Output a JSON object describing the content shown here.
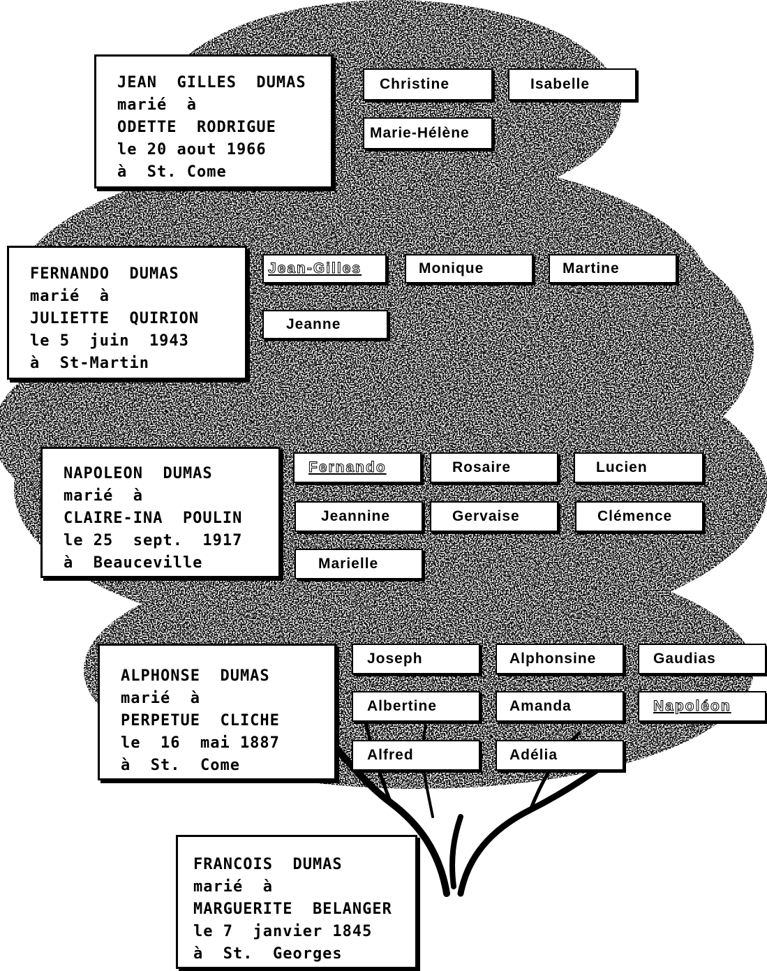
{
  "generations": [
    {
      "id": "gen-jean-gilles",
      "couple": [
        "JEAN  GILLES  DUMAS",
        "marié  à",
        "ODETTE  RODRIGUE",
        "le 20 aout 1966",
        "à  St. Come"
      ],
      "children": [
        {
          "name": "Christine"
        },
        {
          "name": "Isabelle"
        },
        {
          "name": "Marie-Hélène"
        }
      ]
    },
    {
      "id": "gen-fernando",
      "couple": [
        "FERNANDO  DUMAS",
        "marié  à",
        "JULIETTE  QUIRION",
        "le 5  juin  1943",
        "à  St-Martin"
      ],
      "children": [
        {
          "name": "Jean-Gilles",
          "style": "outlined"
        },
        {
          "name": "Monique"
        },
        {
          "name": "Martine"
        },
        {
          "name": "Jeanne"
        }
      ]
    },
    {
      "id": "gen-napoleon",
      "couple": [
        "NAPOLEON  DUMAS",
        "marié  à",
        "CLAIRE-INA  POULIN",
        "le 25  sept.  1917",
        "à  Beauceville"
      ],
      "children": [
        {
          "name": "Fernando",
          "style": "outlined"
        },
        {
          "name": "Rosaire"
        },
        {
          "name": "Lucien"
        },
        {
          "name": "Jeannine"
        },
        {
          "name": "Gervaise"
        },
        {
          "name": "Clémence"
        },
        {
          "name": "Marielle"
        }
      ]
    },
    {
      "id": "gen-alphonse",
      "couple": [
        "ALPHONSE  DUMAS",
        "marié  à",
        "PERPETUE  CLICHE",
        "le  16  mai 1887",
        "à  St.  Come"
      ],
      "children": [
        {
          "name": "Joseph"
        },
        {
          "name": "Alphonsine"
        },
        {
          "name": "Gaudias"
        },
        {
          "name": "Albertine"
        },
        {
          "name": "Amanda"
        },
        {
          "name": "Napoléon",
          "style": "outlined"
        },
        {
          "name": "Alfred"
        },
        {
          "name": "Adélia"
        }
      ]
    },
    {
      "id": "gen-francois",
      "couple": [
        "FRANCOIS  DUMAS",
        "marié  à",
        "MARGUERITE  BELANGER",
        "le 7  janvier 1845",
        "à  St.  Georges"
      ]
    }
  ],
  "colors": {
    "ink": "#000000",
    "paper": "#ffffff",
    "foliage": "#1a1a1a"
  }
}
